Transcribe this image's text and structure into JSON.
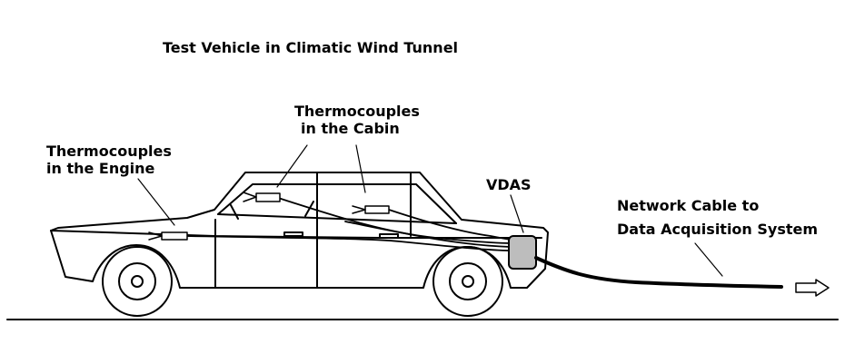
{
  "title": "Test Vehicle in Climatic Wind Tunnel",
  "labels": {
    "engine_line1": "Thermocouples",
    "engine_line2": "in the Engine",
    "cabin_line1": "Thermocouples",
    "cabin_line2": "in the Cabin",
    "vdas": "VDAS",
    "network_line1": "Network Cable to",
    "network_line2": "Data Acquisition System"
  },
  "colors": {
    "stroke": "#000000",
    "vdas_fill": "#bdbdbd",
    "background": "#ffffff"
  }
}
